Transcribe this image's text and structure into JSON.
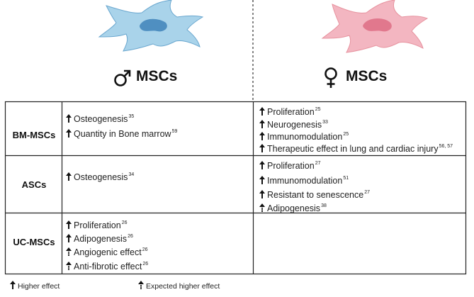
{
  "header": {
    "male_label": "MSCs",
    "female_label": "MSCs",
    "male_cell_color": "#a9d3ea",
    "female_cell_color": "#f3b6c1",
    "male_nucleus_color": "#4f8fc1",
    "female_nucleus_color": "#e1788d"
  },
  "legend": {
    "higher_effect": "Higher effect",
    "expected_higher_effect": "Expected higher effect"
  },
  "rows": [
    {
      "label": "BM-MSCs",
      "male": [
        {
          "text": "Osteogenesis",
          "ref": "35",
          "type": "higher"
        },
        {
          "text": "Quantity in Bone marrow",
          "ref": "59",
          "type": "higher"
        }
      ],
      "female": [
        {
          "text": "Proliferation",
          "ref": "25",
          "type": "higher"
        },
        {
          "text": "Neurogenesis",
          "ref": "33",
          "type": "higher"
        },
        {
          "text": "Immunomodulation",
          "ref": "25",
          "type": "higher"
        },
        {
          "text": "Therapeutic effect in lung and cardiac injury",
          "ref": "56, 57",
          "type": "higher"
        }
      ]
    },
    {
      "label": "ASCs",
      "male": [
        {
          "text": "Osteogenesis",
          "ref": "34",
          "type": "higher"
        }
      ],
      "female": [
        {
          "text": "Proliferation",
          "ref": "27",
          "type": "higher"
        },
        {
          "text": "Immunomodulation",
          "ref": "51",
          "type": "higher"
        },
        {
          "text": "Resistant to senescence",
          "ref": "27",
          "type": "higher"
        },
        {
          "text": "Adipogenesis",
          "ref": "38",
          "type": "expected"
        }
      ]
    },
    {
      "label": "UC-MSCs",
      "male": [
        {
          "text": "Proliferation",
          "ref": "26",
          "type": "higher"
        },
        {
          "text": "Adipogenesis",
          "ref": "26",
          "type": "higher"
        },
        {
          "text": "Angiogenic effect",
          "ref": "26",
          "type": "expected"
        },
        {
          "text": "Anti-fibrotic effect",
          "ref": "26",
          "type": "expected"
        }
      ],
      "female": []
    }
  ]
}
